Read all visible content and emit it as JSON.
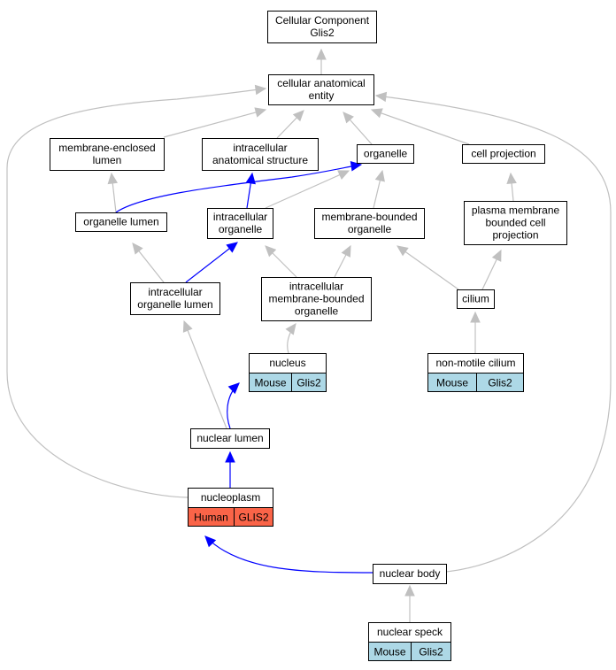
{
  "colors": {
    "gray_edge": "#c0c0c0",
    "blue_edge": "#0000ff",
    "mouse_fill": "#add8e6",
    "human_fill": "#fa6448",
    "node_fill": "#ffffff",
    "node_stroke": "#000000"
  },
  "nodes": {
    "root": {
      "lines": [
        "Cellular Component",
        "Glis2"
      ]
    },
    "cae": {
      "lines": [
        "cellular anatomical",
        "entity"
      ]
    },
    "mel": {
      "lines": [
        "membrane-enclosed",
        "lumen"
      ]
    },
    "ias": {
      "lines": [
        "intracellular",
        "anatomical structure"
      ]
    },
    "org": {
      "lines": [
        "organelle"
      ]
    },
    "cp": {
      "lines": [
        "cell projection"
      ]
    },
    "ol": {
      "lines": [
        "organelle lumen"
      ]
    },
    "io": {
      "lines": [
        "intracellular",
        "organelle"
      ]
    },
    "mbo": {
      "lines": [
        "membrane-bounded",
        "organelle"
      ]
    },
    "pmbcp": {
      "lines": [
        "plasma membrane",
        "bounded cell",
        "projection"
      ]
    },
    "iol": {
      "lines": [
        "intracellular",
        "organelle lumen"
      ]
    },
    "imbo": {
      "lines": [
        "intracellular",
        "membrane-bounded",
        "organelle"
      ]
    },
    "cil": {
      "lines": [
        "cilium"
      ]
    },
    "nuc": {
      "lines": [
        "nucleus"
      ],
      "species": "Mouse",
      "gene": "Glis2"
    },
    "nmc": {
      "lines": [
        "non-motile cilium"
      ],
      "species": "Mouse",
      "gene": "Glis2"
    },
    "nl": {
      "lines": [
        "nuclear lumen"
      ]
    },
    "np": {
      "lines": [
        "nucleoplasm"
      ],
      "species": "Human",
      "gene": "GLIS2"
    },
    "nb": {
      "lines": [
        "nuclear body"
      ]
    },
    "ns": {
      "lines": [
        "nuclear speck"
      ],
      "species": "Mouse",
      "gene": "Glis2"
    }
  },
  "edges": [
    {
      "from": "cae",
      "to": "root",
      "color": "gray"
    },
    {
      "from": "mel",
      "to": "cae",
      "color": "gray"
    },
    {
      "from": "ias",
      "to": "cae",
      "color": "gray"
    },
    {
      "from": "org",
      "to": "cae",
      "color": "gray"
    },
    {
      "from": "cp",
      "to": "cae",
      "color": "gray"
    },
    {
      "from": "np",
      "to": "cae",
      "color": "gray"
    },
    {
      "from": "nb",
      "to": "cae",
      "color": "gray"
    },
    {
      "from": "ol",
      "to": "mel",
      "color": "gray"
    },
    {
      "from": "ol",
      "to": "org",
      "color": "blue"
    },
    {
      "from": "io",
      "to": "org",
      "color": "gray"
    },
    {
      "from": "io",
      "to": "ias",
      "color": "blue"
    },
    {
      "from": "mbo",
      "to": "org",
      "color": "gray"
    },
    {
      "from": "pmbcp",
      "to": "cp",
      "color": "gray"
    },
    {
      "from": "iol",
      "to": "ol",
      "color": "gray"
    },
    {
      "from": "iol",
      "to": "io",
      "color": "blue"
    },
    {
      "from": "imbo",
      "to": "io",
      "color": "gray"
    },
    {
      "from": "imbo",
      "to": "mbo",
      "color": "gray"
    },
    {
      "from": "cil",
      "to": "mbo",
      "color": "gray"
    },
    {
      "from": "cil",
      "to": "pmbcp",
      "color": "gray"
    },
    {
      "from": "nuc",
      "to": "imbo",
      "color": "gray"
    },
    {
      "from": "nmc",
      "to": "cil",
      "color": "gray"
    },
    {
      "from": "nl",
      "to": "nuc",
      "color": "blue"
    },
    {
      "from": "nl",
      "to": "iol",
      "color": "gray"
    },
    {
      "from": "np",
      "to": "nl",
      "color": "blue"
    },
    {
      "from": "nb",
      "to": "np",
      "color": "blue"
    },
    {
      "from": "ns",
      "to": "nb",
      "color": "gray"
    }
  ]
}
